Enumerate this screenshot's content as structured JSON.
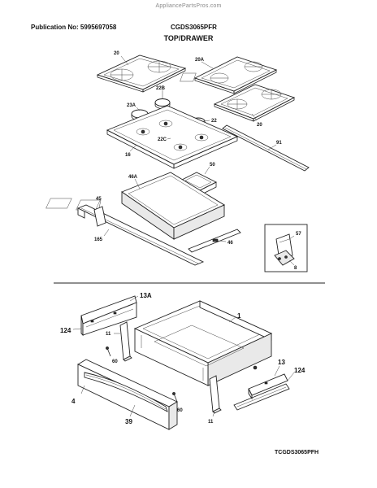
{
  "watermark": "AppliancePartsPros.com",
  "header": {
    "publication": "Publication No: 5995697058",
    "model": "CGDS3065PFR",
    "section_title": "TOP/DRAWER"
  },
  "footer": {
    "diagram_code": "TCGDS3065PFH"
  },
  "callouts": {
    "grate_left": "20",
    "grate_right_top": "20A",
    "grate_right_bottom": "20",
    "cap_22b": "22B",
    "cap_23a": "23A",
    "cap_22": "22",
    "cap_22c": "22C",
    "cooktop": "16",
    "trim_strip": "91",
    "drip_pan": "50",
    "frame_46a": "46A",
    "frame_45": "45",
    "frame_165": "165",
    "frame_46": "46",
    "inset_57": "57",
    "inset_8": "8",
    "glide_13a": "13A",
    "glide_124_left": "124",
    "bracket_11_top": "11",
    "screw_60_left": "60",
    "drawer_panel": "4",
    "handle": "39",
    "screw_60_right": "60",
    "bracket_11_bottom": "11",
    "drawer_body": "1",
    "glide_13": "13",
    "glide_124_right": "124"
  }
}
